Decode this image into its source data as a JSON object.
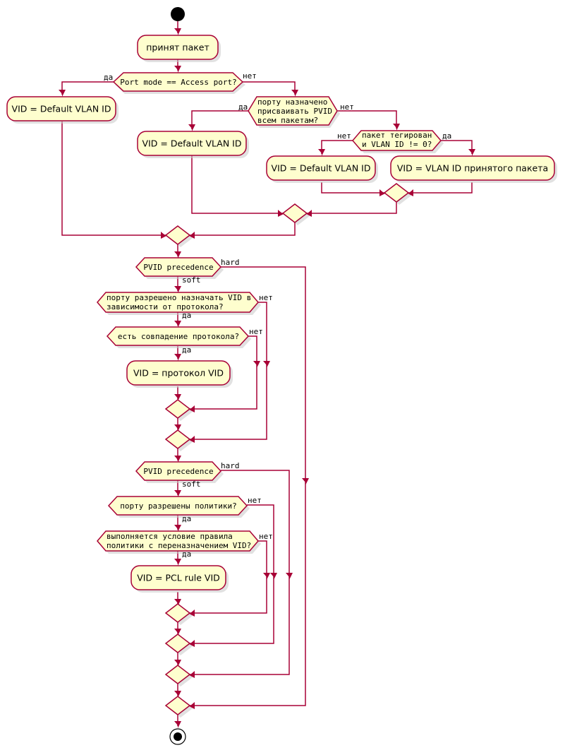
{
  "diagram": {
    "activities": {
      "received": "принят пакет",
      "vid_default_access": "VID = Default VLAN ID",
      "vid_default_pvid_all": "VID = Default VLAN ID",
      "vid_default_untagged": "VID = Default VLAN ID",
      "vid_packet": "VID = VLAN ID принятого пакета",
      "vid_protocol": "VID = протокол VID",
      "vid_pcl": "VID = PCL rule VID"
    },
    "decisions": {
      "port_mode": [
        "Port mode == Access port?"
      ],
      "pvid_all": [
        "порту назначено",
        "присваивать PVID",
        "всем пакетам?"
      ],
      "tagged": [
        "пакет тегирован",
        "и VLAN ID != 0?"
      ],
      "precedence_1": [
        "PVID precedence"
      ],
      "protocol_allowed": [
        "порту разрешено назначать VID в",
        "зависимости от протокола?"
      ],
      "protocol_match": [
        "есть совпадение протокола?"
      ],
      "precedence_2": [
        "PVID precedence"
      ],
      "policies_allowed": [
        "порту разрешены политики?"
      ],
      "policy_condition": [
        "выполняется условие правила",
        "политики с переназначением VID?"
      ]
    },
    "labels": {
      "port_mode_yes": "да",
      "port_mode_no": "нет",
      "pvid_all_yes": "да",
      "pvid_all_no": "нет",
      "tagged_no": "нет",
      "tagged_yes": "да",
      "precedence_1_hard": "hard",
      "precedence_1_soft": "soft",
      "protocol_allowed_no": "нет",
      "protocol_allowed_yes": "да",
      "protocol_match_no": "нет",
      "protocol_match_yes": "да",
      "precedence_2_hard": "hard",
      "precedence_2_soft": "soft",
      "policies_allowed_no": "нет",
      "policies_allowed_yes": "да",
      "policy_condition_no": "нет",
      "policy_condition_yes": "да"
    },
    "colors": {
      "line": "#A80036",
      "fill": "#FEFECE",
      "node": "#000000"
    }
  }
}
